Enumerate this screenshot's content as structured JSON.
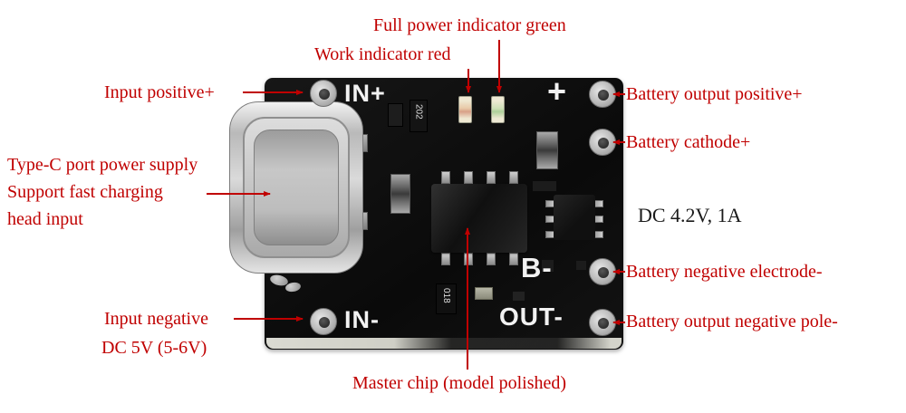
{
  "colors": {
    "annotation_red": "#c00000",
    "info_black": "#1a1a1a",
    "board_black": "#0e0e0e",
    "silkscreen_white": "#f2f2f2"
  },
  "annotations": {
    "full_power_indicator": "Full power indicator green",
    "work_indicator": "Work indicator red",
    "input_positive": "Input positive+",
    "typec_port": {
      "line1": "Type-C port power supply",
      "line2": "Support fast charging",
      "line3": "head input"
    },
    "input_negative": "Input negative",
    "input_voltage": "DC 5V (5-6V)",
    "battery_output_positive": "Battery output positive+",
    "battery_cathode": "Battery cathode+",
    "output_spec": "DC 4.2V, 1A",
    "battery_negative_electrode": "Battery negative electrode-",
    "battery_output_negative": "Battery output negative pole-",
    "master_chip": "Master chip (model polished)"
  },
  "board": {
    "silkscreen": {
      "in_plus": "IN+",
      "in_minus": "IN-",
      "plus": "+",
      "b_minus": "B-",
      "out_minus": "OUT-"
    },
    "component_codes": {
      "resistor": "202",
      "smd": "018"
    }
  }
}
